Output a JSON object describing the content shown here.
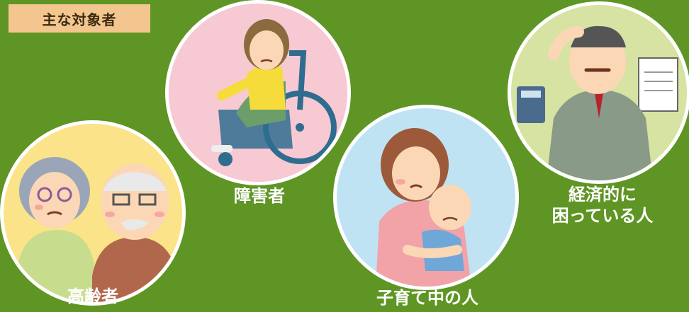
{
  "tag": "主な対象者",
  "labels": {
    "elderly": "高齢者",
    "disabled": "障害者",
    "child": "子育て中の人",
    "economic_line1": "経済的に",
    "economic_line2": "困っている人"
  },
  "colors": {
    "background": "#5f9524",
    "tag": "#f4c68f",
    "elderly_circle": "#fbe38a",
    "disabled_circle": "#f7c9d2",
    "child_circle": "#bfe3f3",
    "economic_circle": "#d7e3a3"
  }
}
